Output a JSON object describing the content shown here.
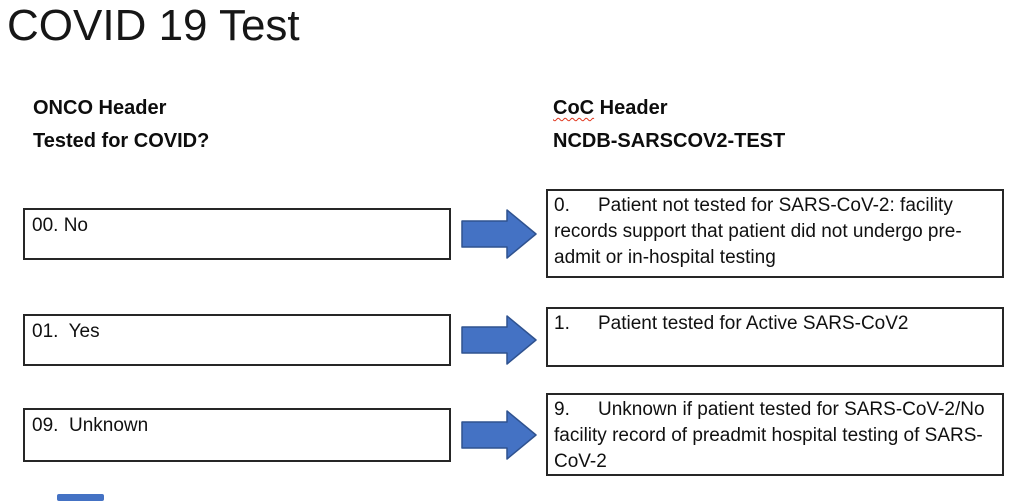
{
  "title": "COVID 19 Test",
  "colors": {
    "arrow_fill": "#4472C4",
    "arrow_stroke": "#2F528F",
    "box_border": "#262626",
    "spellcheck_underline": "#E0341B"
  },
  "left_column": {
    "header_line1": "ONCO Header",
    "header_line2": "Tested for COVID?",
    "items": [
      "00. No",
      "01.  Yes",
      "09.  Unknown"
    ]
  },
  "right_column": {
    "header_word": "CoC",
    "header_rest": " Header",
    "header_line2": "NCDB-SARSCOV2-TEST",
    "items": [
      {
        "number": "0.",
        "text": "Patient not tested for SARS-CoV-2: facility records support that patient did not undergo pre-admit or in-hospital testing"
      },
      {
        "number": "1.",
        "text": "Patient tested for Active SARS-CoV2"
      },
      {
        "number": "9.",
        "text": "Unknown if patient tested for SARS-CoV-2/No facility record of preadmit hospital testing of SARS-CoV-2"
      }
    ]
  }
}
